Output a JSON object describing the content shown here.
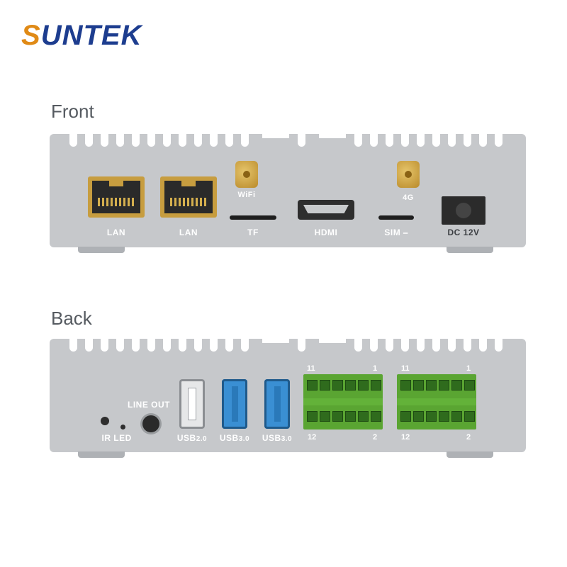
{
  "brand": {
    "logo_text": "SUNTEK",
    "logo_color": "#1d3d8f",
    "accent_color": "#e08a16"
  },
  "front": {
    "title": "Front",
    "ports": {
      "lan1": "LAN",
      "lan2": "LAN",
      "wifi": "WiFi",
      "tf": "TF",
      "hdmi": "HDMI",
      "fourg": "4G",
      "sim": "SIM ⎯",
      "dc": "DC 12V"
    }
  },
  "back": {
    "title": "Back",
    "ports": {
      "ir": "IR",
      "led": "LED",
      "line_out": "LINE OUT",
      "usb20_prefix": "USB",
      "usb20_ver": "2.0",
      "usb30a_prefix": "USB",
      "usb30a_ver": "3.0",
      "usb30b_prefix": "USB",
      "usb30b_ver": "3.0"
    },
    "terminal_a": {
      "top_left": "11",
      "top_right": "1",
      "bottom_left": "12",
      "bottom_right": "2"
    },
    "terminal_b": {
      "top_left": "11",
      "top_right": "1",
      "bottom_left": "12",
      "bottom_right": "2"
    }
  },
  "colors": {
    "chassis": "#c6c8cb",
    "rj45_gold": "#c79d3f",
    "usb3_blue": "#3a8fd3",
    "terminal_green": "#5aa532"
  }
}
